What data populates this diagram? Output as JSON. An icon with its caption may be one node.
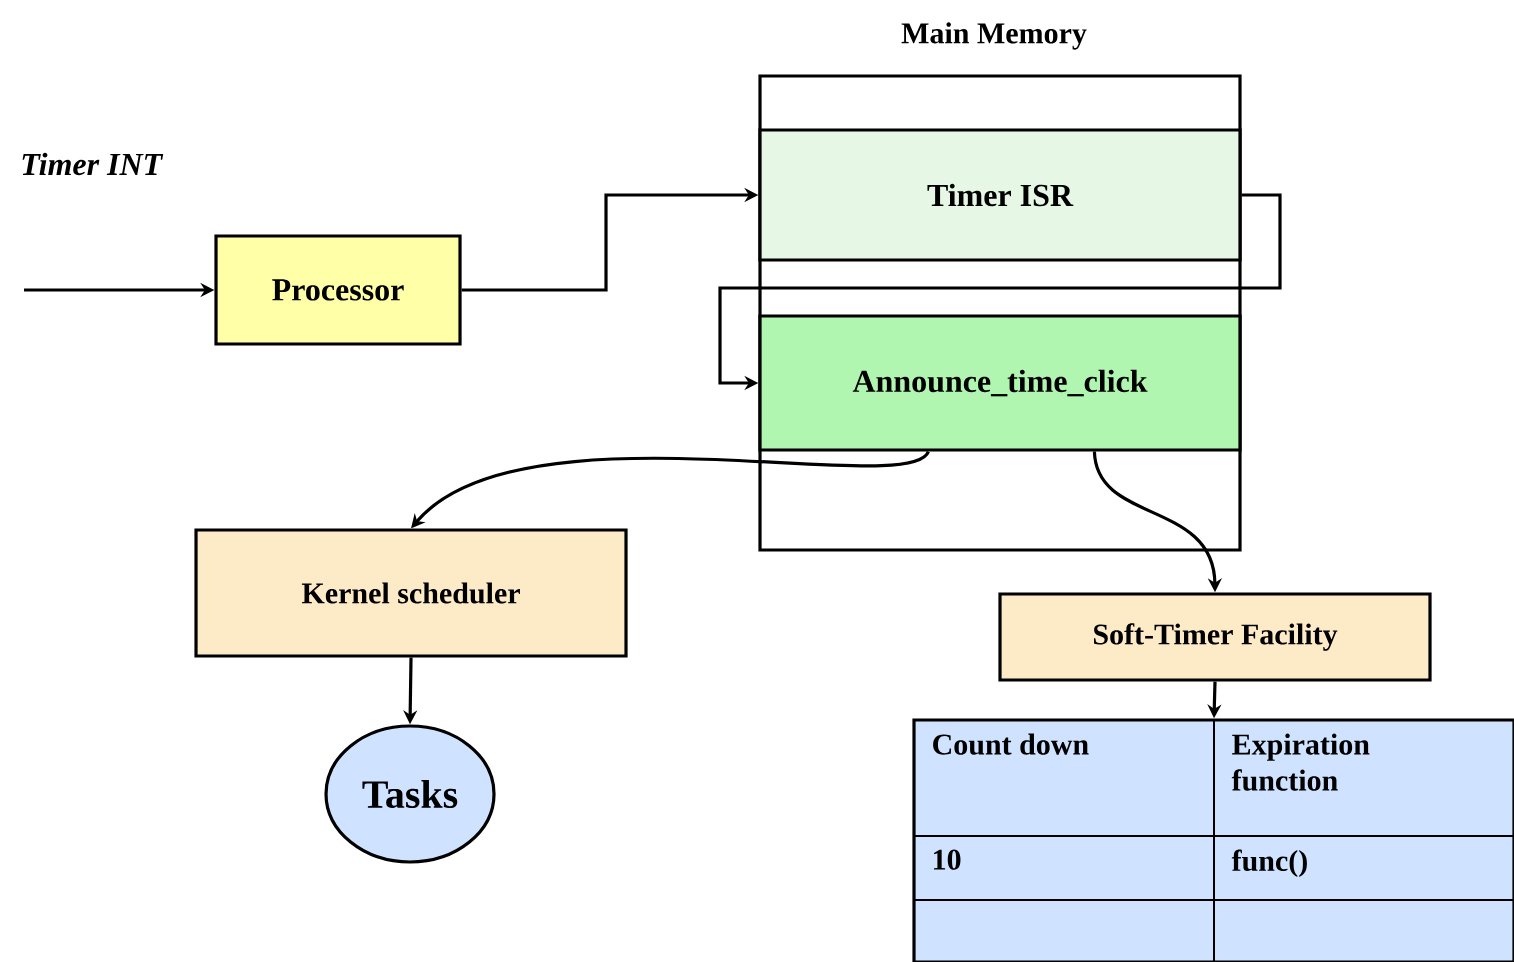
{
  "diagram": {
    "nodes": [
      {
        "text": [
          "Main Memory"
        ]
      },
      {
        "text": [
          "Timer ISR"
        ],
        "in": 0
      },
      {
        "text": [
          "Announce_time_click"
        ],
        "in": 0
      },
      {
        "text": [
          "Processor"
        ]
      },
      {
        "text": [
          "Kernel scheduler"
        ]
      },
      {
        "text": [
          "Tasks"
        ]
      },
      {
        "text": [
          "Soft-Timer Facility"
        ]
      },
      {
        "text": [],
        "shape": "box"
      }
    ],
    "edges": [
      {
        "from": null,
        "to": 3,
        "arrow": "to",
        "label": "Timer INT"
      },
      {
        "from": 3,
        "to": 1,
        "arrow": "to"
      },
      {
        "from": 1,
        "to": 2,
        "arrow": "to"
      },
      {
        "from": 2,
        "to": 4,
        "arrow": "to"
      },
      {
        "from": 2,
        "to": 6,
        "arrow": "to"
      },
      {
        "from": 4,
        "to": 5,
        "arrow": "to"
      },
      {
        "from": 6,
        "to": 7,
        "arrow": "to"
      }
    ],
    "labels": [
      "Count down",
      "Expiration function",
      "10",
      "func()"
    ]
  }
}
